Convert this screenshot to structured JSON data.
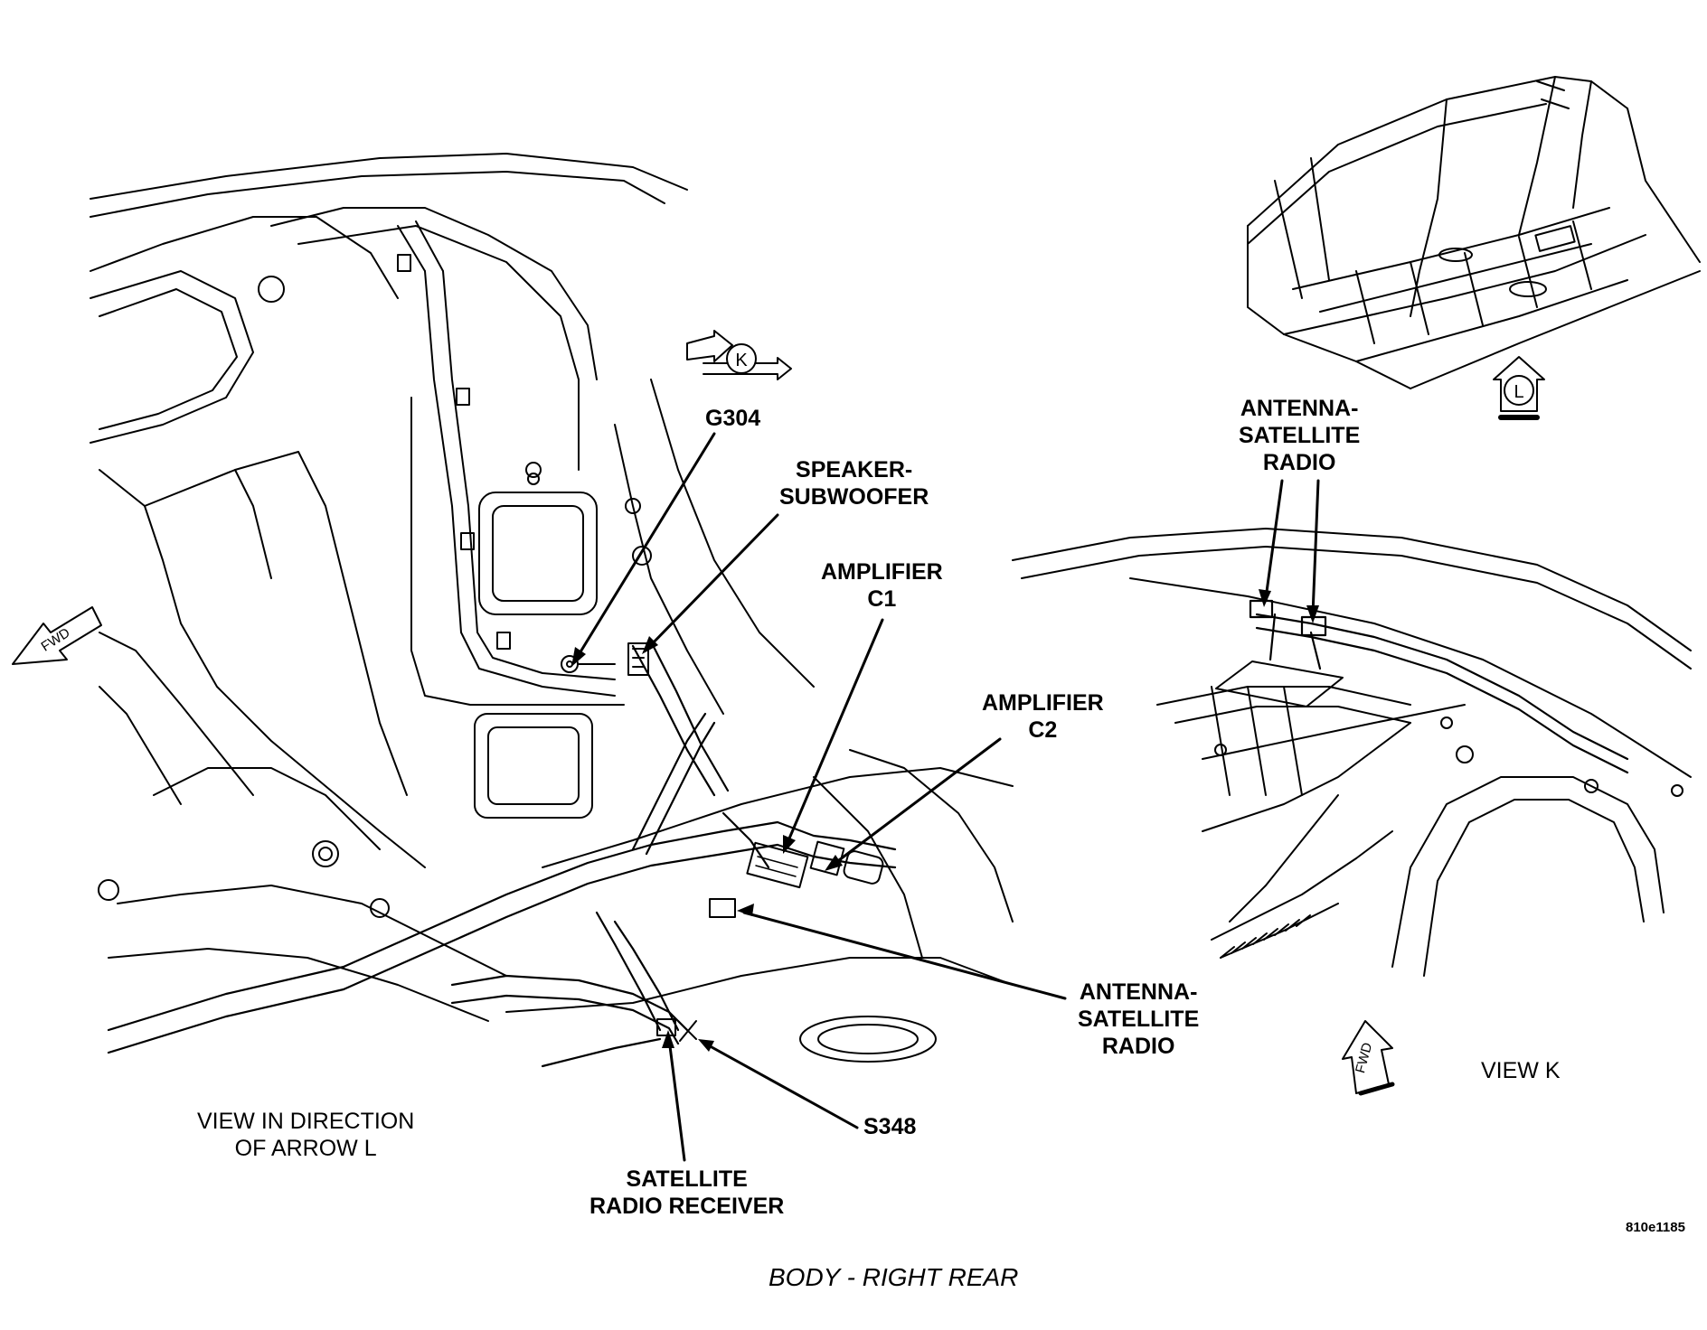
{
  "labels": {
    "g304": "G304",
    "speaker_line1": "SPEAKER-",
    "speaker_line2": "SUBWOOFER",
    "amp_c1_line1": "AMPLIFIER",
    "amp_c1_line2": "C1",
    "amp_c2_line1": "AMPLIFIER",
    "amp_c2_line2": "C2",
    "antenna_left_line1": "ANTENNA-",
    "antenna_left_line2": "SATELLITE",
    "antenna_left_line3": "RADIO",
    "antenna_right_line1": "ANTENNA-",
    "antenna_right_line2": "SATELLITE",
    "antenna_right_line3": "RADIO",
    "s348": "S348",
    "receiver_line1": "SATELLITE",
    "receiver_line2": "RADIO RECEIVER"
  },
  "views": {
    "view_l_line1": "VIEW IN DIRECTION",
    "view_l_line2": "OF ARROW L",
    "view_k": "VIEW K"
  },
  "markers": {
    "k": "K",
    "l": "L",
    "fwd": "FWD"
  },
  "figure_code": "810e1185",
  "title": "BODY - RIGHT REAR"
}
